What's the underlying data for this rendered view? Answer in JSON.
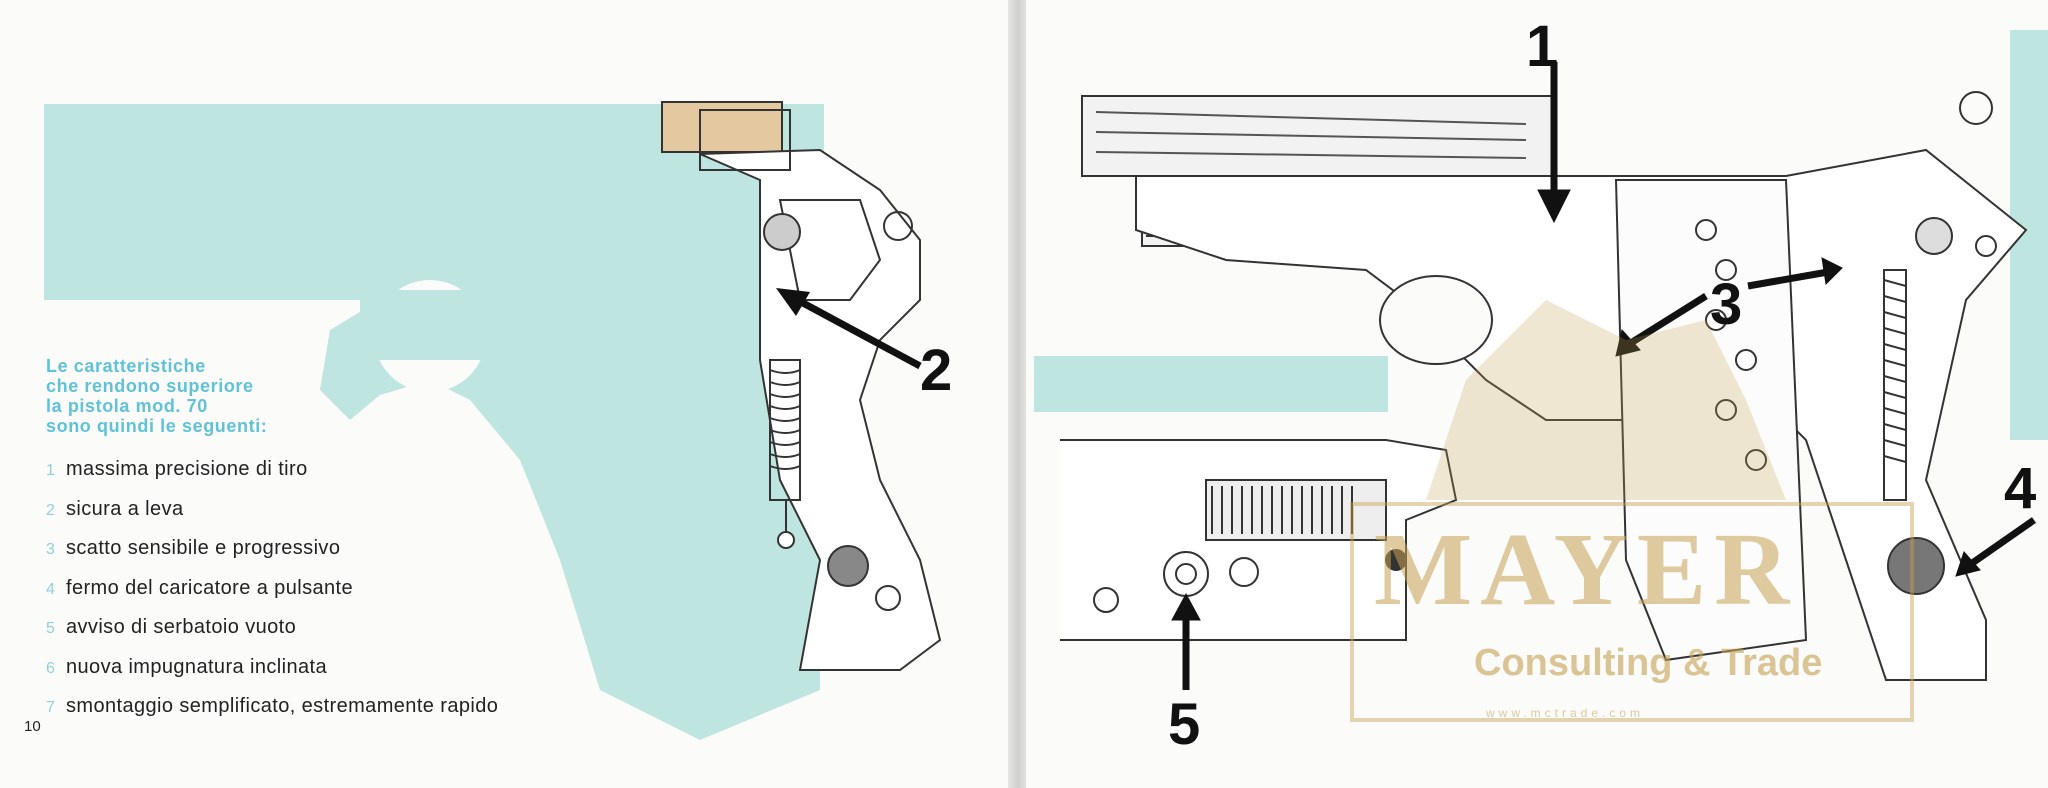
{
  "page": {
    "number": "10",
    "intro": [
      "Le caratteristiche",
      "che rendono superiore",
      "la pistola mod. 70",
      "sono quindi le seguenti:"
    ],
    "features": [
      {
        "num": "1",
        "text": "massima precisione di tiro"
      },
      {
        "num": "2",
        "text": "sicura a leva"
      },
      {
        "num": "3",
        "text": "scatto sensibile e progressivo"
      },
      {
        "num": "4",
        "text": "fermo del caricatore a pulsante"
      },
      {
        "num": "5",
        "text": "avviso di serbatoio vuoto"
      },
      {
        "num": "6",
        "text": "nuova impugnatura inclinata"
      },
      {
        "num": "7",
        "text": "smontaggio semplificato, estremamente rapido"
      }
    ]
  },
  "callouts": {
    "c1": "1",
    "c2": "2",
    "c3": "3",
    "c4": "4",
    "c5": "5"
  },
  "watermark": {
    "brand": "MAYER",
    "sub": "Consulting & Trade",
    "url": "www.mctrade.com"
  },
  "colors": {
    "accent_cyan": "#bfe5e1",
    "intro_text": "#5fc2d6",
    "watermark": "#c4a050"
  }
}
